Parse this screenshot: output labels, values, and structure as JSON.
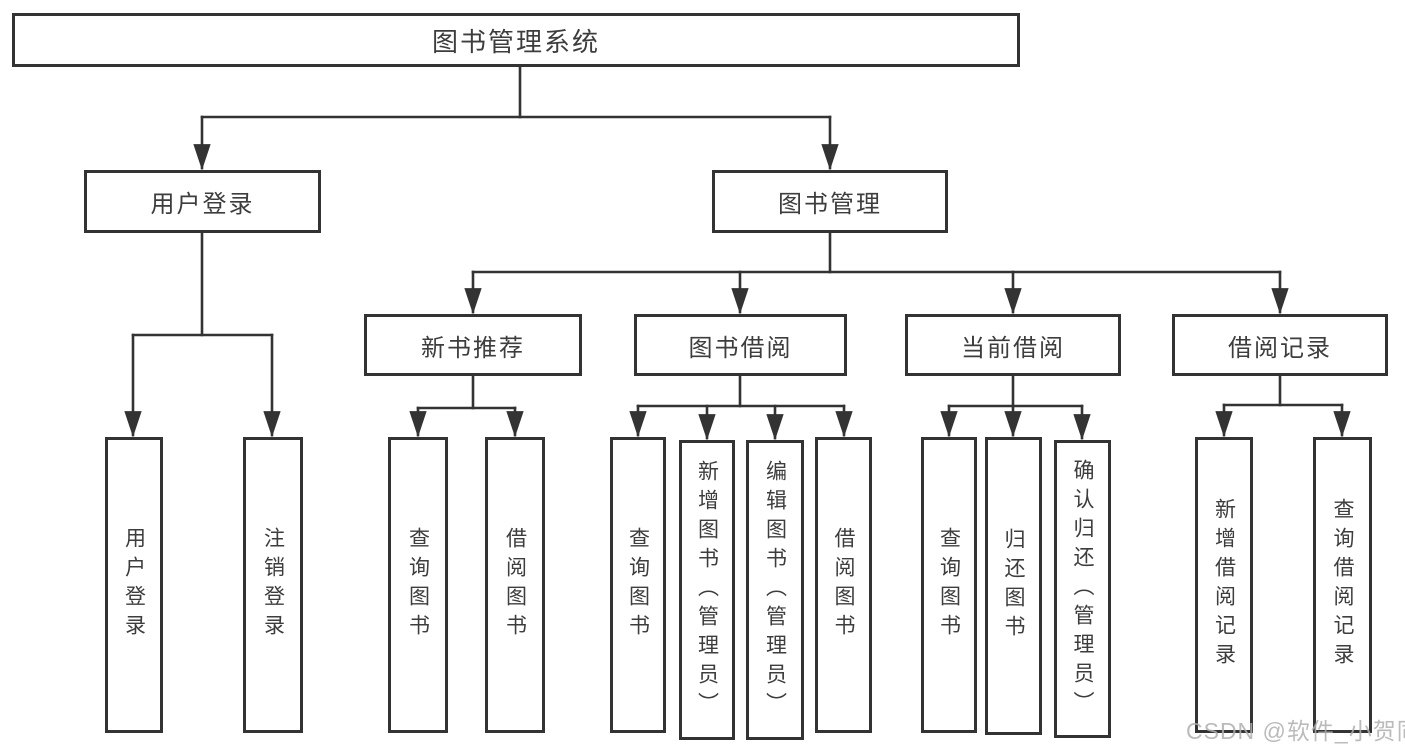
{
  "diagram": {
    "type": "hierarchy-tree",
    "title": "图书管理系统",
    "colors": {
      "line": "#333333",
      "box_border": "#333333",
      "box_background": "#ffffff",
      "text": "#3d3d3d",
      "watermark": "#afafaf",
      "page_background": "#ffffff"
    }
  },
  "nodes": {
    "root": {
      "label": "图书管理系统"
    },
    "user_login": {
      "label": "用户登录"
    },
    "book_management": {
      "label": "图书管理"
    },
    "new_book_recommend": {
      "label": "新书推荐"
    },
    "book_borrowing": {
      "label": "图书借阅"
    },
    "current_borrowing": {
      "label": "当前借阅"
    },
    "borrowing_records": {
      "label": "借阅记录"
    },
    "leaf_user_login": {
      "label": "用户登录"
    },
    "leaf_logout": {
      "label": "注销登录"
    },
    "leaf_query_book_recommend": {
      "label": "查询图书"
    },
    "leaf_borrow_book_recommend": {
      "label": "借阅图书"
    },
    "leaf_query_book_borrowing": {
      "label": "查询图书"
    },
    "leaf_add_book_admin": {
      "label": "新增图书（管理员）"
    },
    "leaf_edit_book_admin": {
      "label": "编辑图书（管理员）"
    },
    "leaf_borrow_book_borrowing": {
      "label": "借阅图书"
    },
    "leaf_query_book_current": {
      "label": "查询图书"
    },
    "leaf_return_book": {
      "label": "归还图书"
    },
    "leaf_confirm_return_admin": {
      "label": "确认归还（管理员）"
    },
    "leaf_add_borrow_record": {
      "label": "新增借阅记录"
    },
    "leaf_query_borrow_record": {
      "label": "查询借阅记录"
    }
  },
  "tree": {
    "图书管理系统": {
      "用户登录": [
        "用户登录",
        "注销登录"
      ],
      "图书管理": {
        "新书推荐": [
          "查询图书",
          "借阅图书"
        ],
        "图书借阅": [
          "查询图书",
          "新增图书（管理员）",
          "编辑图书（管理员）",
          "借阅图书"
        ],
        "当前借阅": [
          "查询图书",
          "归还图书",
          "确认归还（管理员）"
        ],
        "借阅记录": [
          "新增借阅记录",
          "查询借阅记录"
        ]
      }
    }
  },
  "watermark": {
    "text": "CSDN @软件_小贺同学"
  }
}
